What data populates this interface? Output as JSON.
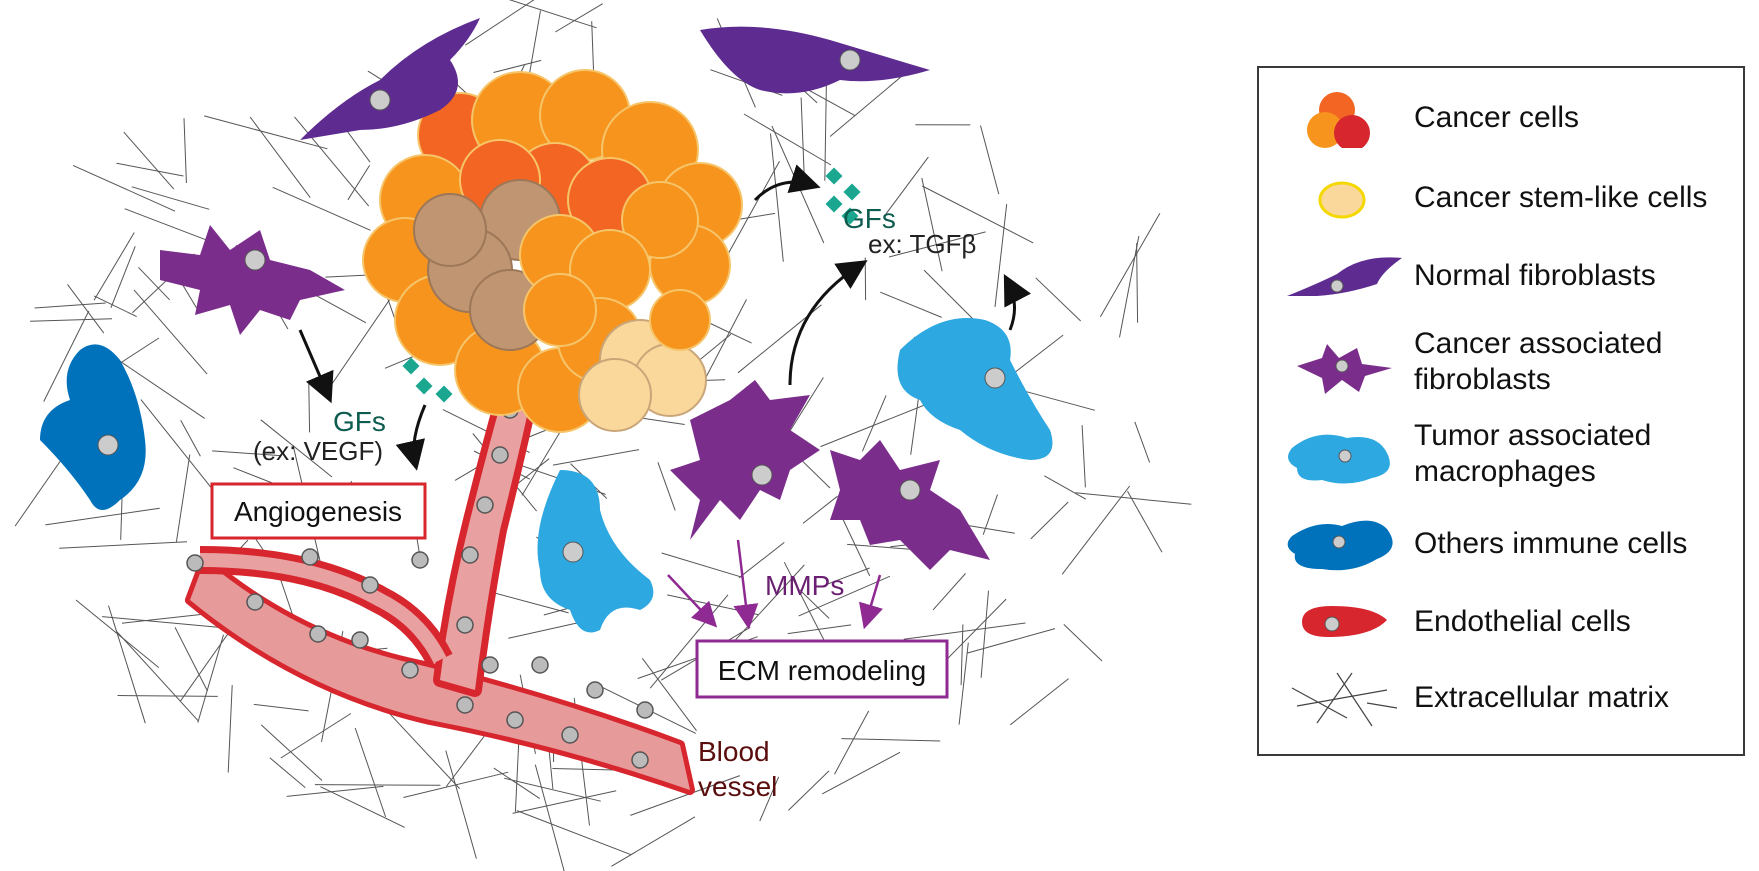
{
  "diagram": {
    "labels": {
      "gfs_vegf": "GFs",
      "vegf_example": "(ex: VEGF)",
      "gfs_tgf": "GFs",
      "tgf_example": "ex: TGFβ",
      "angiogenesis": "Angiogenesis",
      "mmps": "MMPs",
      "ecm_remodeling": "ECM remodeling",
      "blood_vessel_line1": "Blood",
      "blood_vessel_line2": "vessel"
    },
    "colors": {
      "cancer_orange": "#F7941D",
      "cancer_dark_orange": "#F26522",
      "cancer_red": "#D7262E",
      "stem_cell": "#FAD79A",
      "stem_border": "#F5D800",
      "caf_tan": "#C09572",
      "normal_fibroblast": "#5E2C91",
      "caf_purple": "#7B2D8B",
      "macrophage": "#2EA8E0",
      "immune": "#0072BC",
      "endothelial": "#D7262E",
      "vessel_lumen": "#E8A0A0",
      "gf_teal": "#1AA68F",
      "ecm_box": "#8E2A91"
    }
  },
  "legend": {
    "items": [
      {
        "label": "Cancer cells",
        "icon": "cancer-cells-icon"
      },
      {
        "label": "Cancer stem-like cells",
        "icon": "stem-cell-icon"
      },
      {
        "label": "Normal fibroblasts",
        "icon": "normal-fibroblast-icon"
      },
      {
        "label_line1": "Cancer associated",
        "label_line2": "fibroblasts",
        "icon": "caf-icon"
      },
      {
        "label_line1": "Tumor associated",
        "label_line2": "macrophages",
        "icon": "macrophage-icon"
      },
      {
        "label": "Others immune cells",
        "icon": "immune-cell-icon"
      },
      {
        "label": "Endothelial cells",
        "icon": "endothelial-cell-icon"
      },
      {
        "label": "Extracellular matrix",
        "icon": "ecm-icon"
      }
    ]
  }
}
